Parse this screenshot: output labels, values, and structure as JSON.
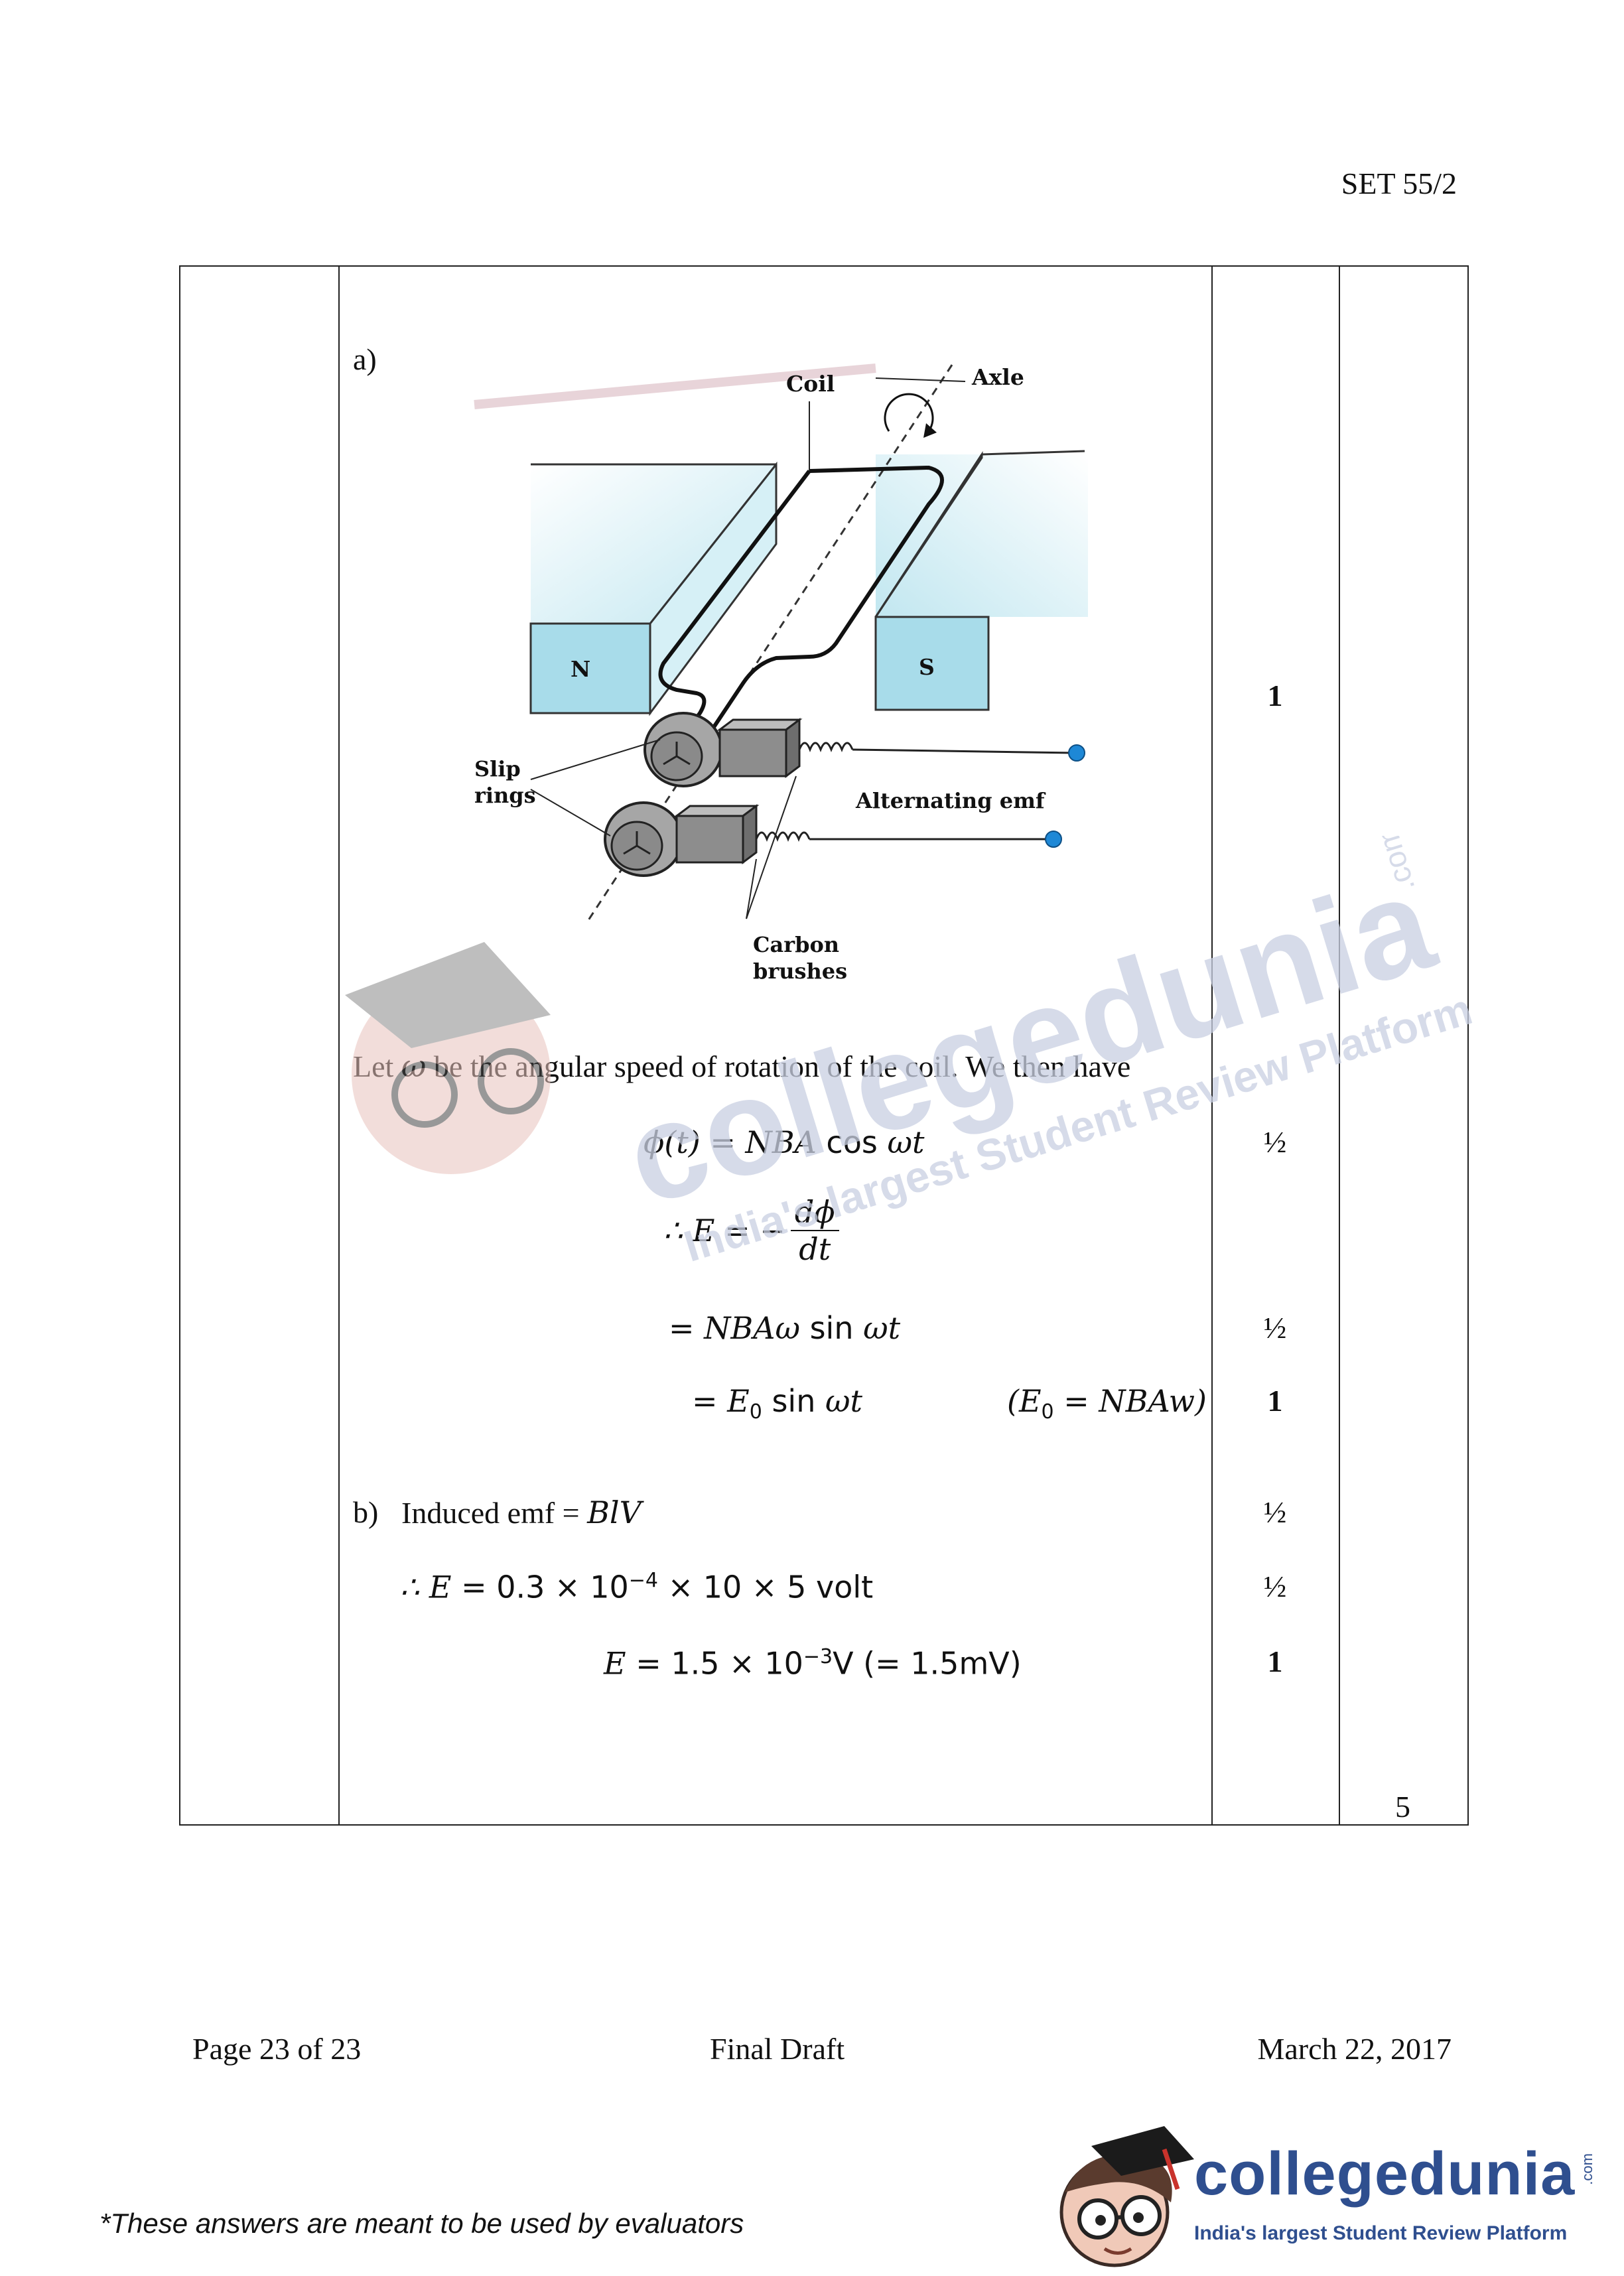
{
  "header": {
    "set_label": "SET 55/2"
  },
  "part_a": {
    "label": "a)",
    "diagram_labels": {
      "coil": "Coil",
      "axle": "Axle",
      "north": "N",
      "south": "S",
      "slip_1": "Slip",
      "slip_2": "rings",
      "alt_emf": "Alternating emf",
      "carbon_1": "Carbon",
      "carbon_2": "brushes"
    },
    "diagram_mark": "1",
    "intro_pre": "Let ",
    "intro_sym": "ω",
    "intro_post": " be the angular speed of rotation of the coil. We then have",
    "eq1_lhs": "ϕ(t) = NBA ",
    "eq1_fn": "cos",
    "eq1_rhs": " ωt",
    "eq1_mark": "½",
    "eq2_pre": "∴ E = −",
    "eq2_num": "dϕ",
    "eq2_den": "dt",
    "eq3_pre": "= NBAω ",
    "eq3_fn": "sin",
    "eq3_post": " ωt",
    "eq3_mark": "½",
    "eq4_pre": "= E",
    "eq4_sub": "0",
    "eq4_fn": " sin",
    "eq4_post": " ωt",
    "eq4_note_pre": "(E",
    "eq4_note_sub": "0",
    "eq4_note_post": " = NBAw)",
    "eq4_mark": "1"
  },
  "part_b": {
    "label": "b)",
    "line1_text": "Induced emf = ",
    "line1_math": "BlV",
    "line1_mark": "½",
    "line2_pre": "∴ E",
    "line2_mid": " = 0.3 × 10",
    "line2_exp": "−4",
    "line2_post": " × 10 × 5 volt",
    "line2_mark": "½",
    "line3_pre": "E",
    "line3_mid": " = 1.5 × 10",
    "line3_exp": "−3",
    "line3_post": "V  (= 1.5mV)",
    "line3_mark": "1"
  },
  "total_marks": "5",
  "footer": {
    "page": "Page 23 of 23",
    "draft": "Final Draft",
    "date": "March 22, 2017",
    "disclaimer": "*These answers are meant to be used by evaluators"
  },
  "watermark": {
    "brand": "collegedunia",
    "com": ".com",
    "tagline": "India's largest Student Review Platform"
  },
  "logo": {
    "brand": "collegedunia",
    "com": ".com",
    "tagline": "India's largest Student Review Platform"
  },
  "colors": {
    "magnet": "#bfe6ef",
    "watermark": "#c9d0e2",
    "brand": "#2f4f8f",
    "terminal": "#1e88d6"
  }
}
